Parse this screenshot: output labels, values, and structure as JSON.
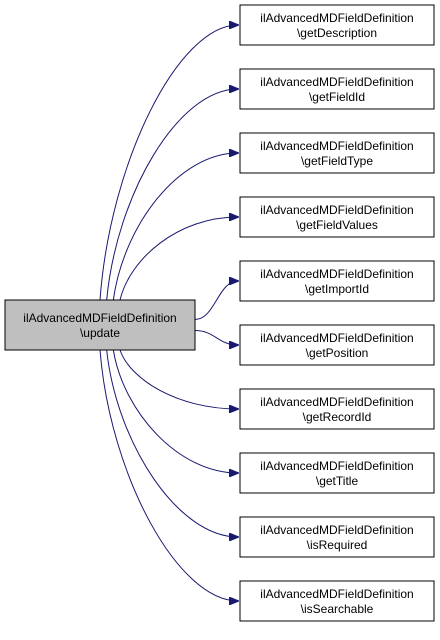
{
  "graph": {
    "source": {
      "line1": "ilAdvancedMDFieldDefinition",
      "line2": "\\update",
      "fill": "#bfbfbf"
    },
    "targets": [
      {
        "line1": "ilAdvancedMDFieldDefinition",
        "line2": "\\getDescription"
      },
      {
        "line1": "ilAdvancedMDFieldDefinition",
        "line2": "\\getFieldId"
      },
      {
        "line1": "ilAdvancedMDFieldDefinition",
        "line2": "\\getFieldType"
      },
      {
        "line1": "ilAdvancedMDFieldDefinition",
        "line2": "\\getFieldValues"
      },
      {
        "line1": "ilAdvancedMDFieldDefinition",
        "line2": "\\getImportId"
      },
      {
        "line1": "ilAdvancedMDFieldDefinition",
        "line2": "\\getPosition"
      },
      {
        "line1": "ilAdvancedMDFieldDefinition",
        "line2": "\\getRecordId"
      },
      {
        "line1": "ilAdvancedMDFieldDefinition",
        "line2": "\\getTitle"
      },
      {
        "line1": "ilAdvancedMDFieldDefinition",
        "line2": "\\isRequired"
      },
      {
        "line1": "ilAdvancedMDFieldDefinition",
        "line2": "\\isSearchable"
      }
    ],
    "edge_color": "#191970",
    "node_border": "#000000",
    "node_fill": "#ffffff"
  }
}
